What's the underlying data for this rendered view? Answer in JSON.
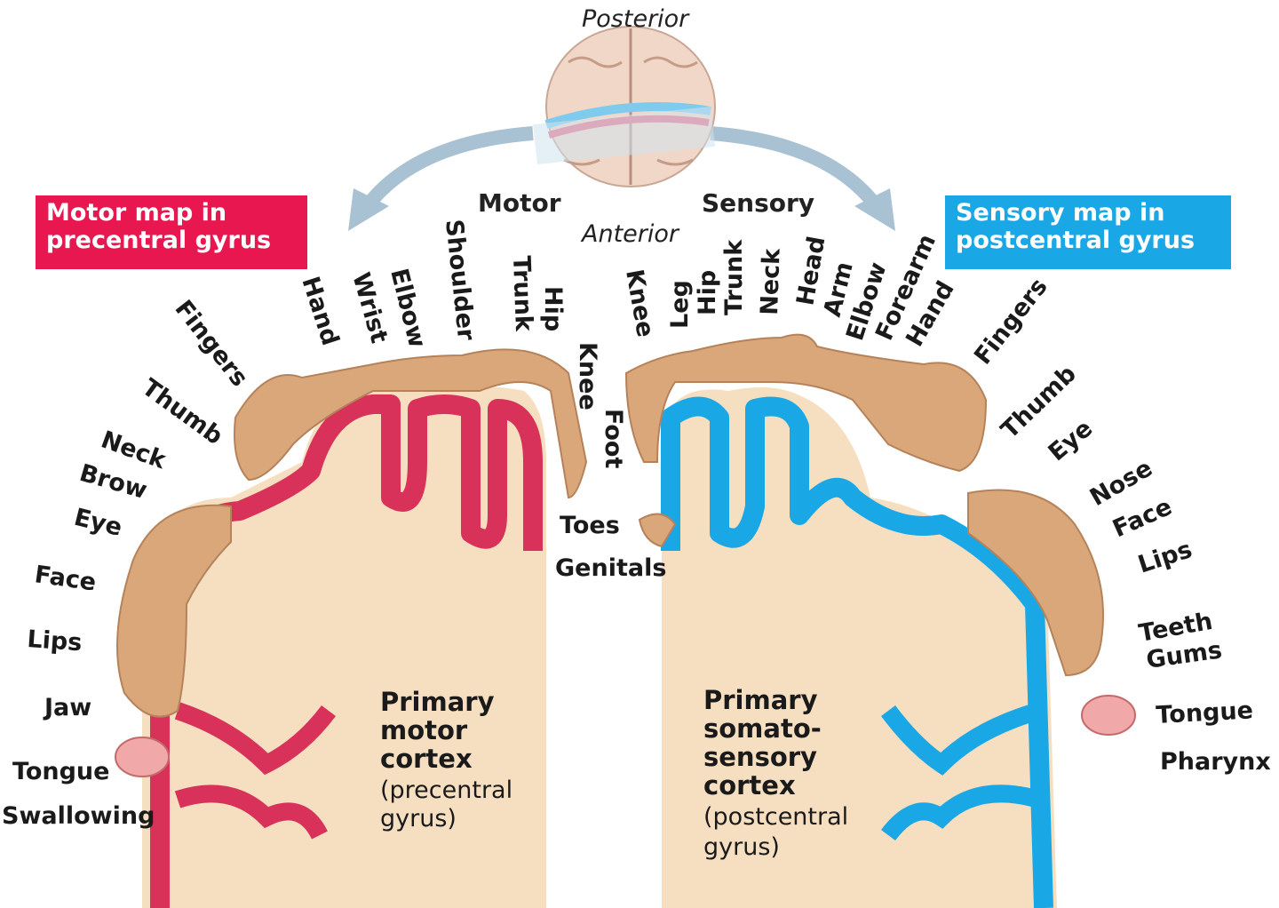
{
  "orientation": {
    "posterior": "Posterior",
    "anterior": "Anterior"
  },
  "headings": {
    "motor": "Motor",
    "sensory": "Sensory"
  },
  "motor_box": {
    "line1": "Motor map in",
    "line2": "precentral gyrus",
    "color": "#e8174f"
  },
  "sensory_box": {
    "line1": "Sensory map in",
    "line2": "postcentral gyrus",
    "color": "#1aa7e6"
  },
  "motor_cortex": {
    "line1": "Primary",
    "line2": "motor",
    "line3": "cortex",
    "line4": "(precentral",
    "line5": "gyrus)"
  },
  "sensory_cortex": {
    "line1": "Primary",
    "line2": "somato-",
    "line3": "sensory",
    "line4": "cortex",
    "line5": "(postcentral",
    "line6": "gyrus)"
  },
  "motor_labels": [
    "Swallowing",
    "Tongue",
    "Jaw",
    "Lips",
    "Face",
    "Eye",
    "Brow",
    "Neck",
    "Thumb",
    "Fingers",
    "Hand",
    "Wrist",
    "Elbow",
    "Shoulder",
    "Trunk",
    "Hip",
    "Knee",
    "Foot",
    "Toes"
  ],
  "sensory_labels": [
    "Genitals",
    "Knee",
    "Leg",
    "Hip",
    "Trunk",
    "Neck",
    "Head",
    "Arm",
    "Elbow",
    "Forearm",
    "Hand",
    "Fingers",
    "Thumb",
    "Eye",
    "Nose",
    "Face",
    "Lips",
    "Teeth",
    "Gums",
    "Tongue",
    "Pharynx"
  ],
  "colors": {
    "motor_cortex": "#d8325a",
    "sensory_cortex": "#1aa7e6",
    "white_matter": "#f6dfc0",
    "skin": "#d9a77a",
    "arrow": "#a9c2d3"
  }
}
